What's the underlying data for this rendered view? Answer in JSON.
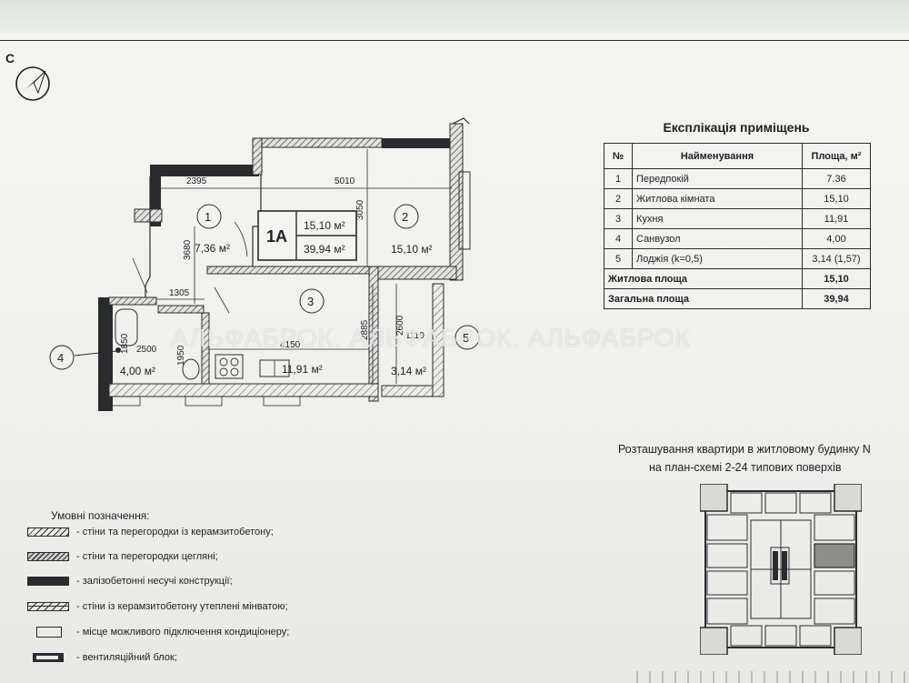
{
  "document": {
    "compass_label": "С"
  },
  "plan": {
    "apartment_type": "1А",
    "living_area": "15,10 м²",
    "total_area": "39,94 м²",
    "rooms": [
      {
        "no": "1",
        "area": "7,36 м²"
      },
      {
        "no": "2",
        "area": "15,10 м²"
      },
      {
        "no": "3",
        "area": "11,91 м²"
      },
      {
        "no": "4",
        "area": "4,00 м²"
      },
      {
        "no": "5",
        "area": "3,14 м²"
      }
    ],
    "dimensions": {
      "d2395": "2395",
      "d5010": "5010",
      "d3050": "3050",
      "d3680": "3680",
      "d1305": "1305",
      "d2885": "2885",
      "d2600": "2600",
      "d1850": "1850",
      "d1950": "1950",
      "d4150": "4150",
      "d1110": "1110",
      "d2500": "2500"
    }
  },
  "explication": {
    "title": "Експлікація приміщень",
    "headers": {
      "no": "№",
      "name": "Найменування",
      "area": "Площа, м²"
    },
    "rows": [
      {
        "no": "1",
        "name": "Передпокій",
        "area": "7.36"
      },
      {
        "no": "2",
        "name": "Житлова кімната",
        "area": "15,10"
      },
      {
        "no": "3",
        "name": "Кухня",
        "area": "11,91"
      },
      {
        "no": "4",
        "name": "Санвузол",
        "area": "4,00"
      },
      {
        "no": "5",
        "name": "Лоджія (k=0,5)",
        "area": "3,14 (1,57)"
      }
    ],
    "living_label": "Житлова площа",
    "living_value": "15,10",
    "total_label": "Загальна площа",
    "total_value": "39,94"
  },
  "watermark": {
    "text": "АЛЬФАБРОК. АЛЬФАБРОК. АЛЬФАБРОК"
  },
  "location": {
    "line1": "Розташування квартири в житловому будинку N",
    "line2": "на план-схемі 2-24 типових поверхів"
  },
  "legend": {
    "title": "Умовні позначення:",
    "items": [
      {
        "key": "ker",
        "text": "- стіни та перегородки із керамзитобетону;"
      },
      {
        "key": "brick",
        "text": "- стіни та перегородки цегляні;"
      },
      {
        "key": "rc",
        "text": "- залізобетонні несучі конструкції;"
      },
      {
        "key": "ins",
        "text": "- стіни із керамзитобетону утеплені мінватою;"
      },
      {
        "key": "ac",
        "text": "- місце можливого підключення кондиціонеру;"
      },
      {
        "key": "vent",
        "text": "- вентиляційний блок;"
      }
    ]
  },
  "colors": {
    "ink": "#1e1f22",
    "paper": "#f3f4f0",
    "watermark": "#ffffff"
  }
}
